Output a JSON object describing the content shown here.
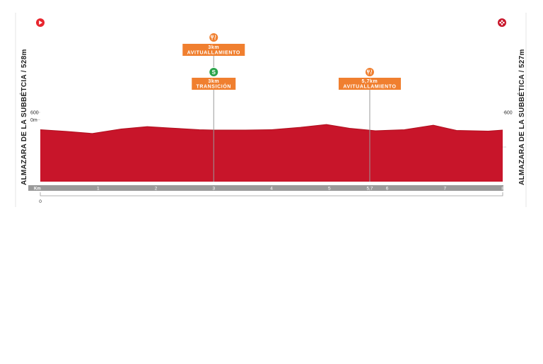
{
  "chart_data": {
    "type": "area",
    "x_unit_label": "Km",
    "x_ticks": [
      {
        "label": "0",
        "km": 0
      },
      {
        "label": "1",
        "km": 1
      },
      {
        "label": "2",
        "km": 2
      },
      {
        "label": "3",
        "km": 3
      },
      {
        "label": "4",
        "km": 4
      },
      {
        "label": "5",
        "km": 5
      },
      {
        "label": "5,7",
        "km": 5.7
      },
      {
        "label": "6",
        "km": 6
      },
      {
        "label": "7",
        "km": 7
      },
      {
        "label": "8",
        "km": 8
      }
    ],
    "xlim": [
      0,
      8
    ],
    "ylim": [
      400,
      700
    ],
    "y_ticks_left": [
      {
        "label": "600",
        "value": 600
      },
      {
        "label": "0m",
        "value": 579
      }
    ],
    "y_ticks_right": [
      {
        "label": "600",
        "value": 600
      }
    ],
    "profile": [
      {
        "km": 0.0,
        "alt": 550
      },
      {
        "km": 0.45,
        "alt": 545
      },
      {
        "km": 0.9,
        "alt": 539
      },
      {
        "km": 1.4,
        "alt": 552
      },
      {
        "km": 1.85,
        "alt": 559
      },
      {
        "km": 2.25,
        "alt": 555
      },
      {
        "km": 2.75,
        "alt": 550
      },
      {
        "km": 3.0,
        "alt": 549
      },
      {
        "km": 3.55,
        "alt": 549
      },
      {
        "km": 4.0,
        "alt": 550
      },
      {
        "km": 4.5,
        "alt": 557
      },
      {
        "km": 4.95,
        "alt": 565
      },
      {
        "km": 5.35,
        "alt": 554
      },
      {
        "km": 5.8,
        "alt": 547
      },
      {
        "km": 6.3,
        "alt": 550
      },
      {
        "km": 6.8,
        "alt": 563
      },
      {
        "km": 7.2,
        "alt": 548
      },
      {
        "km": 7.75,
        "alt": 546
      },
      {
        "km": 8.0,
        "alt": 549
      }
    ],
    "left_label": "ALMAZARA DE LA SUBBÉTCIA / 528m",
    "right_label": "ALMAZARA DE LA SUBBÉTICA / 527m",
    "markers": [
      {
        "km": 3,
        "icon": "feed-icon",
        "color": "#f07f2f",
        "lines": [
          "3km",
          "AVITUALLAMIENTO"
        ]
      },
      {
        "km": 3,
        "icon": "transition-icon",
        "color": "#2aa34a",
        "lines": [
          "3km",
          "TRANSICIÓN"
        ]
      },
      {
        "km": 5.7,
        "icon": "feed-icon",
        "color": "#f07f2f",
        "lines": [
          "5,7km",
          "AVITUALLAMIENTO"
        ]
      }
    ],
    "start_icon": "start-icon",
    "finish_icon": "finish-flag-icon",
    "colors": {
      "profile_fill": "#c8152a",
      "callout": "#f07f2f",
      "axis_bar": "#9a9a9a",
      "start": "#e8262e",
      "transition": "#2aa34a"
    }
  }
}
